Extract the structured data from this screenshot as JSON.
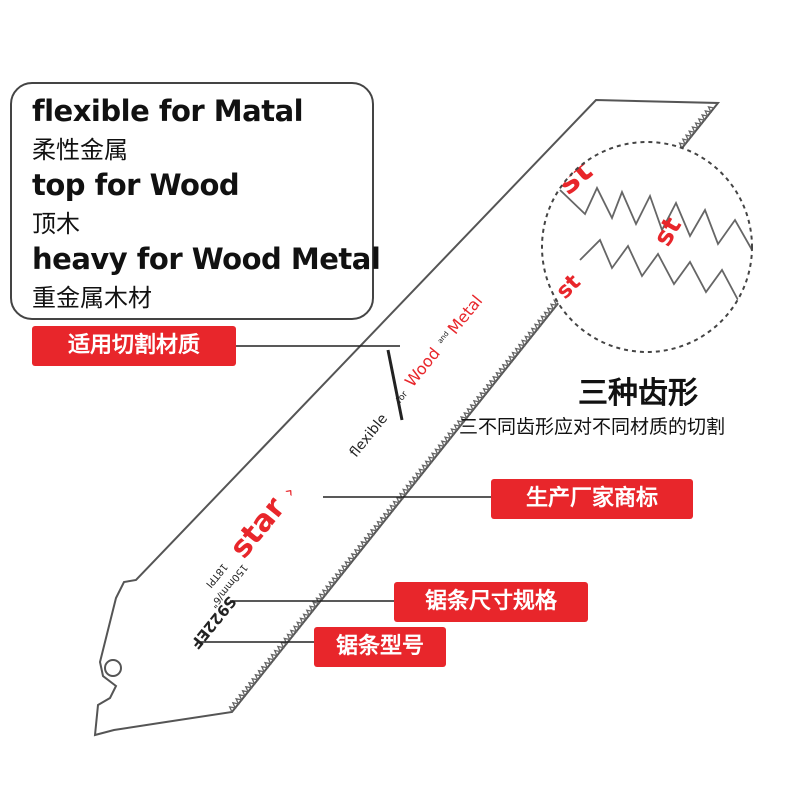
{
  "info_box": {
    "lines": [
      {
        "en": "flexible for Matal",
        "zh": "柔性金属"
      },
      {
        "en": "top for Wood",
        "zh": "顶木"
      },
      {
        "en": "heavy for Wood Metal",
        "zh": "重金属木材"
      }
    ]
  },
  "callouts": {
    "material": "适用切割材质",
    "brand": "生产厂家商标",
    "size": "锯条尺寸规格",
    "model": "锯条型号"
  },
  "tooth_section": {
    "title": "三种齿形",
    "subtitle": "三不同齿形应对不同材质的切割"
  },
  "blade": {
    "brand": "star",
    "print_flexible": "flexible",
    "print_for": "for",
    "print_wood": "Wood",
    "print_and": "and",
    "print_metal": "Metal",
    "model": "S922EF",
    "size": "150mm/6\"",
    "tpi": "18TPI"
  },
  "colors": {
    "accent_red": "#e8262b",
    "blade_outline": "#555555"
  }
}
